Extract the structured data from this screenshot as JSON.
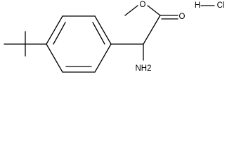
{
  "molecule": {
    "atoms": {
      "ester_oxygen": "O",
      "carbonyl_oxygen": "O",
      "amine": "NH2",
      "hydrogen": "H",
      "chlorine": "Cl"
    }
  }
}
